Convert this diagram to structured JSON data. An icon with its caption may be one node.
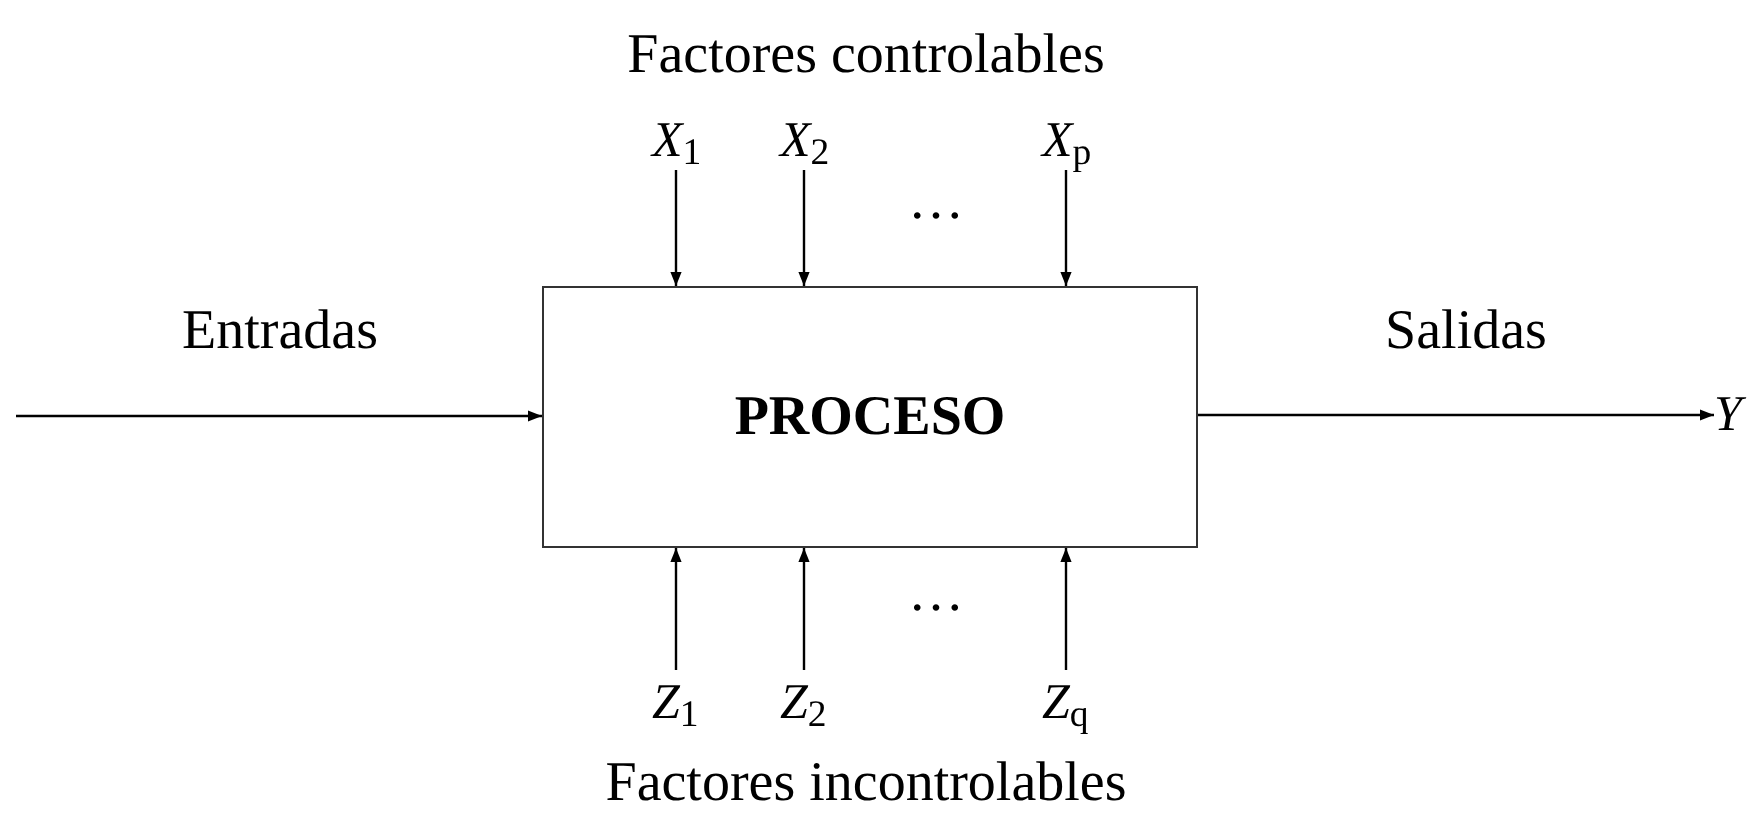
{
  "diagram": {
    "nodes": [
      {
        "text": [
          "PROCESO"
        ]
      },
      {
        "text": [
          "*X*$_{1}$"
        ]
      },
      {
        "text": [
          "*X*$_{2}$"
        ]
      },
      {
        "text": [
          "*X*$_{p}$"
        ]
      },
      {
        "text": [
          "*Z*$_{1}$"
        ]
      },
      {
        "text": [
          "*Z*$_{2}$"
        ]
      },
      {
        "text": [
          "*Z*$_{q}$"
        ]
      },
      {
        "text": [
          "*Y*"
        ]
      }
    ],
    "edges": [
      {
        "from": 1,
        "to": 0,
        "arrow": "to"
      },
      {
        "from": 2,
        "to": 0,
        "arrow": "to"
      },
      {
        "from": 3,
        "to": 0,
        "arrow": "to"
      },
      {
        "from": 4,
        "to": 0,
        "arrow": "to"
      },
      {
        "from": 5,
        "to": 0,
        "arrow": "to"
      },
      {
        "from": 6,
        "to": 0,
        "arrow": "to"
      },
      {
        "from": null,
        "to": 0,
        "arrow": "to"
      },
      {
        "from": 0,
        "to": 7,
        "arrow": "to"
      }
    ],
    "labels": [
      "Factores controlables",
      "Entradas",
      "Salidas",
      "…",
      "…",
      "Factores incontrolables"
    ]
  }
}
